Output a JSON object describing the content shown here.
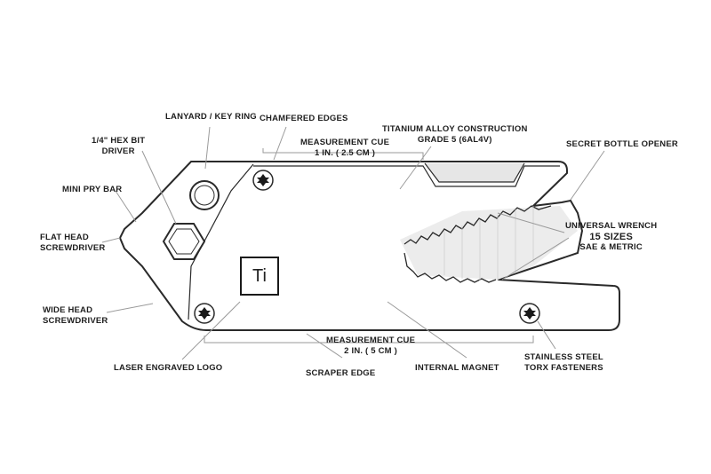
{
  "labels": {
    "lanyard": "LANYARD / KEY RING",
    "chamfered": "CHAMFERED EDGES",
    "titanium_1": "TITANIUM ALLOY CONSTRUCTION",
    "titanium_2": "GRADE 5 (6AL4V)",
    "cue1_1": "MEASUREMENT CUE",
    "cue1_2": "1 IN. ( 2.5 CM )",
    "hex_1": "1/4\" HEX BIT",
    "hex_2": "DRIVER",
    "secret": "SECRET BOTTLE OPENER",
    "mini_pry": "MINI PRY BAR",
    "flat_1": "FLAT HEAD",
    "flat_2": "SCREWDRIVER",
    "wrench_1": "UNIVERSAL WRENCH",
    "wrench_2": "15 SIZES",
    "wrench_3": "SAE & METRIC",
    "wide_1": "WIDE HEAD",
    "wide_2": "SCREWDRIVER",
    "cue2_1": "MEASUREMENT CUE",
    "cue2_2": "2 IN. ( 5 CM )",
    "laser": "LASER ENGRAVED LOGO",
    "scraper": "SCRAPER EDGE",
    "magnet": "INTERNAL MAGNET",
    "torx_1": "STAINLESS STEEL",
    "torx_2": "TORX FASTENERS"
  },
  "logo_text": "Ti",
  "colors": {
    "outline": "#2a2a2a",
    "leader": "#9a9a9a",
    "shade": "#d6d6d6"
  }
}
